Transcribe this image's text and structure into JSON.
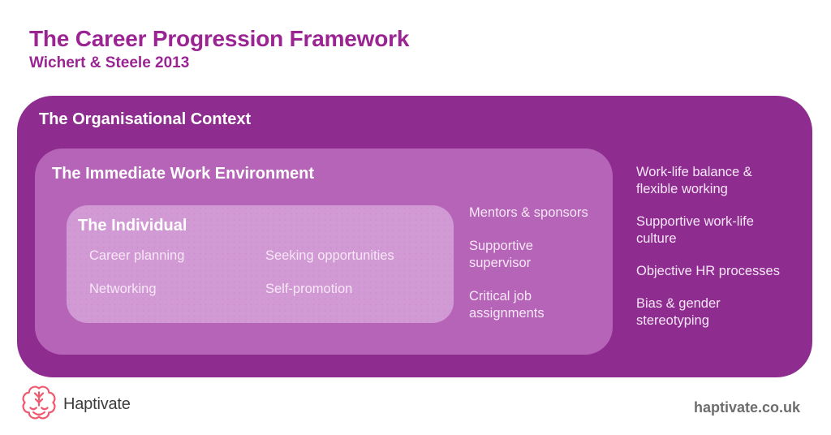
{
  "header": {
    "title": "The Career Progression Framework",
    "subtitle": "Wichert & Steele 2013"
  },
  "diagram": {
    "outer": {
      "label": "The Organisational Context",
      "items": [
        "Work-life balance & flexible working",
        "Supportive work-life culture",
        "Objective HR processes",
        "Bias & gender stereotyping"
      ]
    },
    "middle": {
      "label": "The Immediate Work Environment",
      "items": [
        "Mentors & sponsors",
        "Supportive supervisor",
        "Critical job assignments"
      ]
    },
    "inner": {
      "label": "The Individual",
      "items": [
        "Career planning",
        "Seeking opportunities",
        "Networking",
        "Self-promotion"
      ]
    }
  },
  "footer": {
    "brand": "Haptivate",
    "website": "haptivate.co.uk"
  },
  "colors": {
    "title_purple": "#9b2493",
    "outer_box": "#8e2c90",
    "middle_box": "#b564b7",
    "inner_box": "#d29ad4",
    "logo_pink": "#ef5a70",
    "brand_text": "#3d3d3d",
    "website_text": "#6d6d6d"
  }
}
